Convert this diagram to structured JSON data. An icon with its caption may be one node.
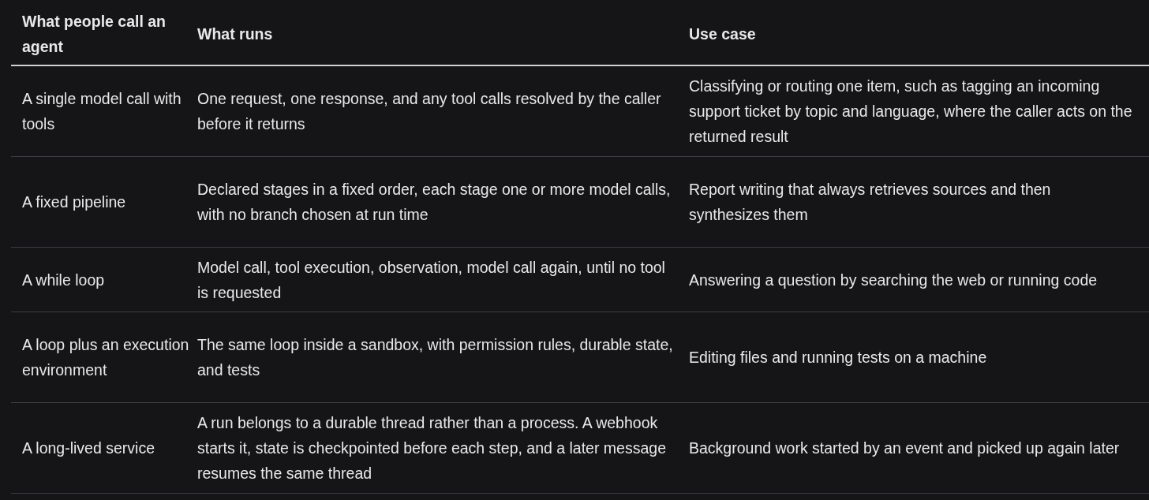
{
  "diagram": {
    "labels": [
      "What people call an agent",
      "What runs",
      "Use case",
      "A single model call with tools",
      "One request, one response, and any tool calls resolved by the caller before it returns",
      "Classifying or routing one item, such as tagging an incoming support ticket by topic and language, where the caller acts on the returned result",
      "A fixed pipeline",
      "Declared stages in a fixed order, each stage one or more model calls, with no branch chosen at run time",
      "Report writing that always retrieves sources and then synthesizes them",
      "A while loop",
      "Model call, tool execution, observation, model call again, until no tool is requested",
      "Answering a question by searching the web or running code",
      "A loop plus an execution environment",
      "The same loop inside a sandbox, with permission rules, durable state, and tests",
      "Editing files and running tests on a machine",
      "A long-lived service",
      "A run belongs to a durable thread rather than a process. A webhook starts it, state is checkpointed before each step, and a later message resumes the same thread",
      "Background work started by an event and picked up again later"
    ]
  }
}
